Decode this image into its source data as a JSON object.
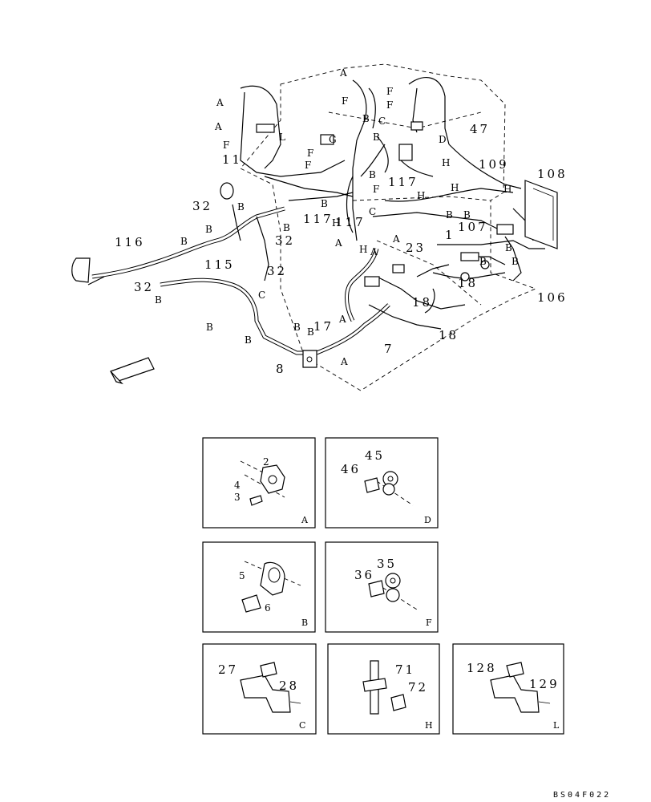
{
  "diagram": {
    "code": "BS04F022",
    "main_labels": [
      "A",
      "A",
      "F",
      "11",
      "A",
      "F",
      "F",
      "F",
      "C",
      "B",
      "47",
      "B",
      "D",
      "L",
      "G",
      "F",
      "F",
      "117",
      "109",
      "108",
      "32",
      "B",
      "B",
      "B",
      "117",
      "H",
      "H",
      "H",
      "B",
      "C",
      "F",
      "H",
      "B",
      "B",
      "1",
      "107",
      "117",
      "32",
      "116",
      "B",
      "B",
      "115",
      "32",
      "C",
      "32",
      "B",
      "23",
      "A",
      "H",
      "A",
      "B",
      "B",
      "18",
      "106",
      "B",
      "18",
      "B",
      "17",
      "A",
      "7",
      "18",
      "B",
      "8",
      "A",
      "H",
      "A",
      "B",
      "B"
    ],
    "details": [
      {
        "id": "A",
        "parts": [
          "2",
          "4",
          "3"
        ]
      },
      {
        "id": "D",
        "parts": [
          "45",
          "46"
        ]
      },
      {
        "id": "B",
        "parts": [
          "5",
          "6"
        ]
      },
      {
        "id": "F",
        "parts": [
          "35",
          "36"
        ]
      },
      {
        "id": "C",
        "parts": [
          "27",
          "28"
        ]
      },
      {
        "id": "H",
        "parts": [
          "71",
          "72"
        ]
      },
      {
        "id": "L",
        "parts": [
          "128",
          "129"
        ]
      }
    ]
  }
}
